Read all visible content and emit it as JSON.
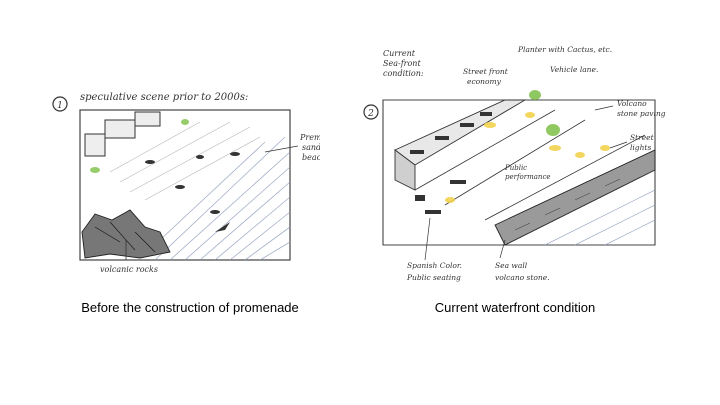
{
  "left_sketch": {
    "number": "1",
    "title": "speculative scene prior to 2000s:",
    "label_beach": [
      "Premium",
      "sand",
      "beach."
    ],
    "label_rocks": "volcanic rocks"
  },
  "right_sketch": {
    "number": "2",
    "label_current": [
      "Current",
      "Sea-front",
      "condition:"
    ],
    "label_streetfront": [
      "Street front",
      "economy"
    ],
    "label_planter": "Planter with Cactus, etc.",
    "label_vehicle": "Vehicle lane.",
    "label_volcano_paving": [
      "Volcano",
      "stone paving"
    ],
    "label_street_lights": [
      "Street",
      "lights"
    ],
    "label_public_perf": [
      "Public",
      "performance"
    ],
    "label_seating": [
      "Spanish Color.",
      "Public seating"
    ],
    "label_seawall": [
      "Sea wall",
      "volcano stone."
    ]
  },
  "captions": {
    "left": "Before the construction of promenade",
    "right": "Current waterfront condition"
  }
}
